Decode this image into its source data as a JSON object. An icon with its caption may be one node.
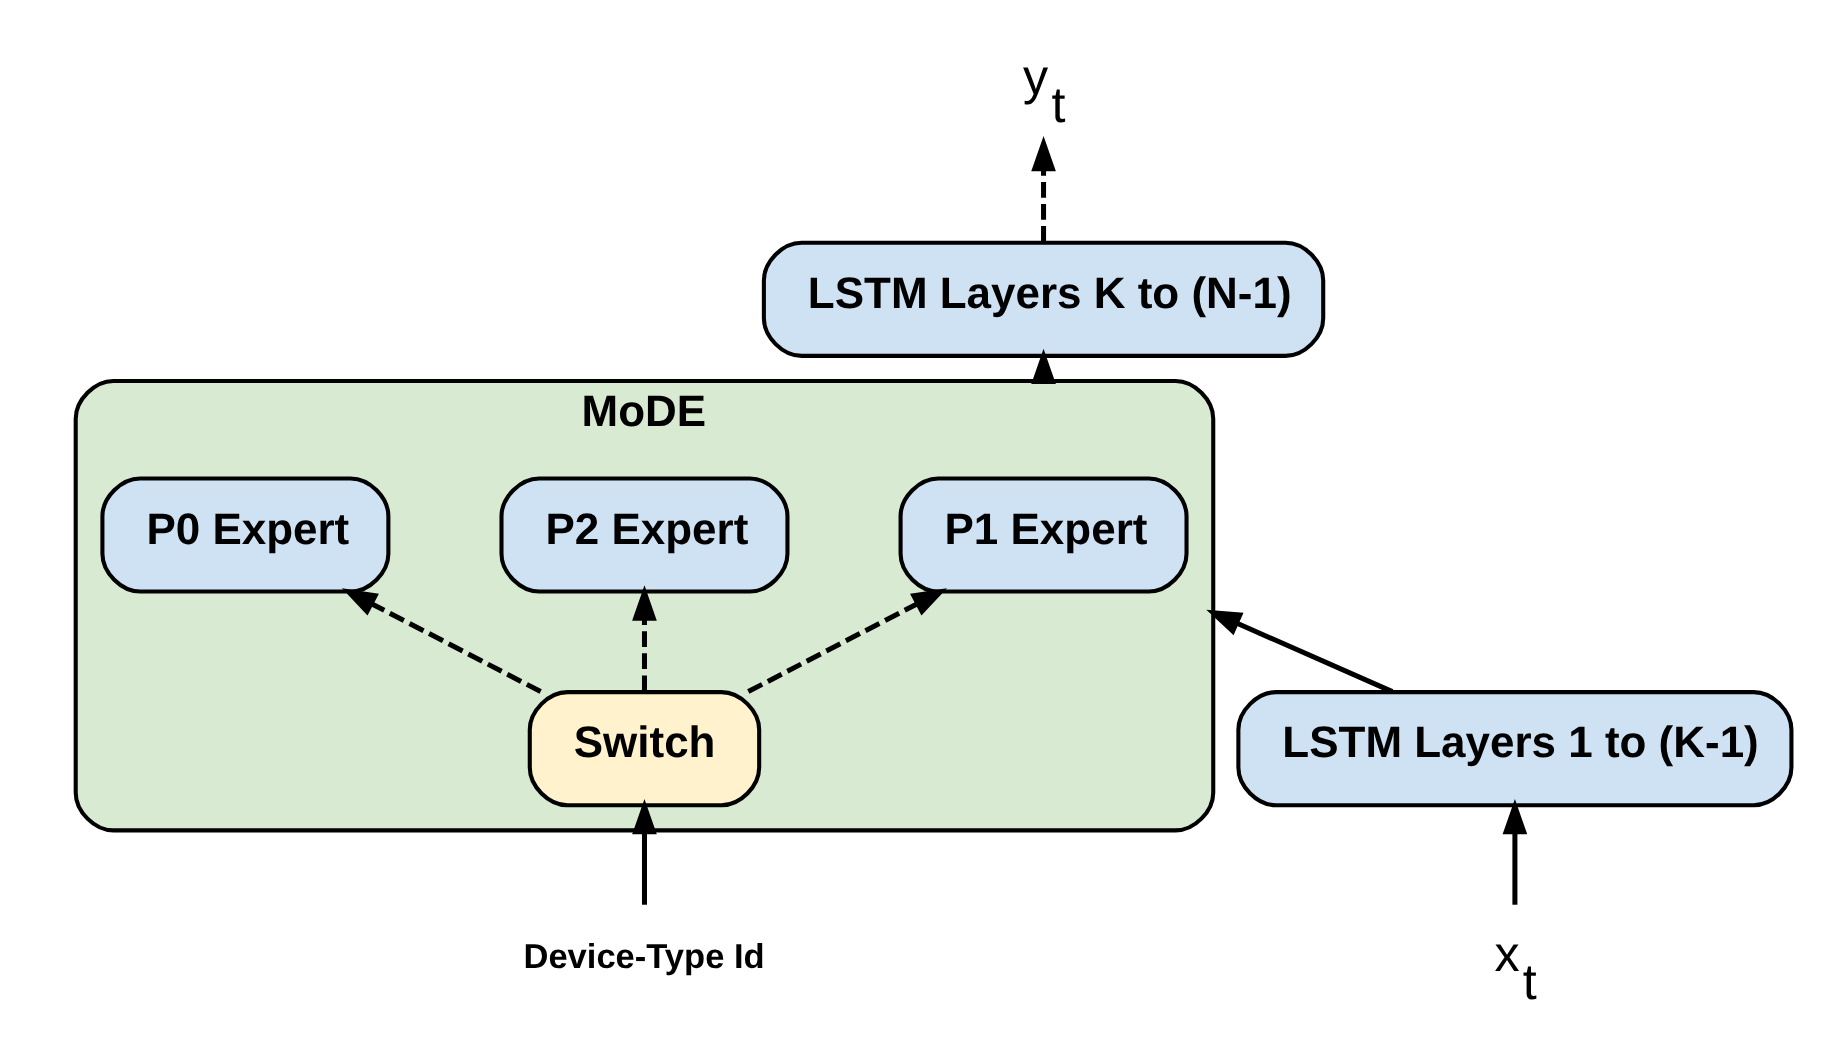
{
  "diagram": {
    "nodes": [
      {
        "text": [
          "LSTM Layers K to (N-1)"
        ]
      },
      {
        "text": [
          "MoDE"
        ]
      },
      {
        "text": [
          "P0 Expert"
        ],
        "in": 1
      },
      {
        "text": [
          "P1 Expert"
        ],
        "in": 1
      },
      {
        "text": [
          "P2 Expert"
        ],
        "in": 1
      },
      {
        "text": [
          "Switch"
        ],
        "in": 1
      },
      {
        "text": [
          "Device-Type Id"
        ]
      },
      {
        "text": [
          "LSTM Layers 1 to (K-1)"
        ]
      },
      {
        "text": [
          "x$_{t}$"
        ]
      },
      {
        "text": [
          "y$_{t}$"
        ]
      }
    ],
    "edges": [
      {
        "from": 8,
        "to": 7,
        "arrow": "to"
      },
      {
        "from": 7,
        "to": 1,
        "arrow": "to"
      },
      {
        "from": 1,
        "to": 0,
        "arrow": "to"
      },
      {
        "from": 0,
        "to": 9,
        "arrow": "to",
        "style": "dashed"
      },
      {
        "from": 5,
        "to": 2,
        "arrow": "to",
        "style": "dashed"
      },
      {
        "from": 5,
        "to": 3,
        "arrow": "to",
        "style": "dashed"
      },
      {
        "from": 5,
        "to": 4,
        "arrow": "to",
        "style": "dashed"
      },
      {
        "from": 6,
        "to": 5,
        "arrow": "to"
      }
    ]
  }
}
